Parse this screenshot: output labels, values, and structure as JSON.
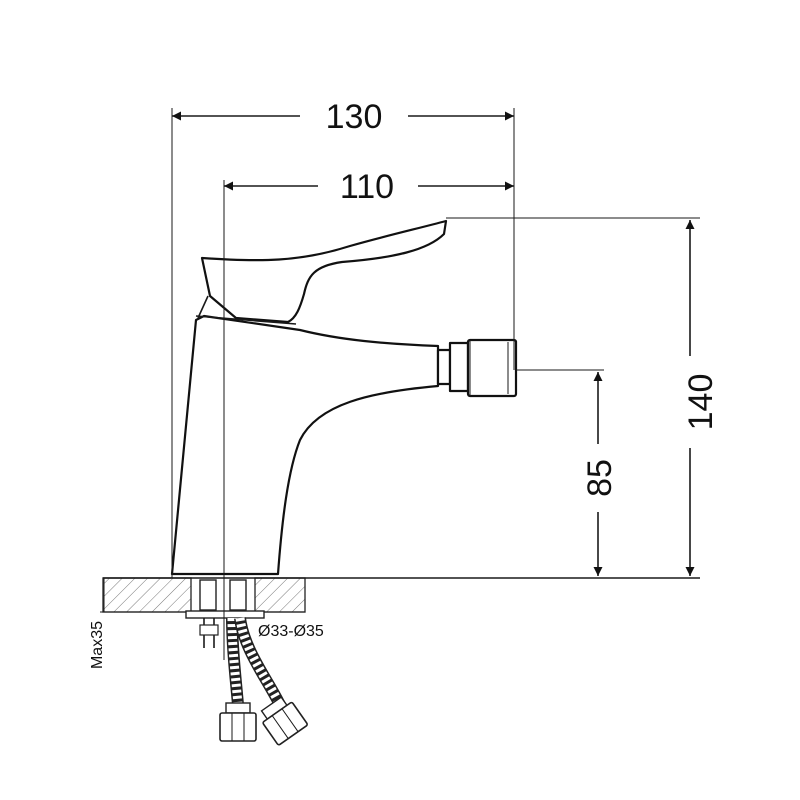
{
  "dimensions": {
    "total_width": "130",
    "spout_reach": "110",
    "total_height": "140",
    "outlet_height": "85",
    "max_counter_thickness": "Max35",
    "hole_diameter": "Ø33-Ø35"
  }
}
